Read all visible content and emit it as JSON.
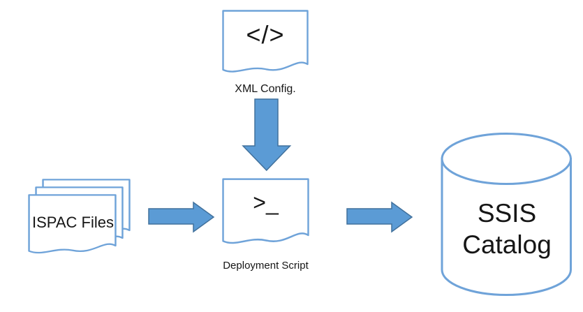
{
  "colors": {
    "background": "#ffffff",
    "shape_outline": "#6fa3d9",
    "arrow_fill": "#5b9bd5",
    "arrow_stroke": "#41719c",
    "text": "#161616"
  },
  "nodes": {
    "xml_config": {
      "icon_glyph": "</>",
      "label": "XML Config."
    },
    "ispac_files": {
      "label": "ISPAC Files"
    },
    "deployment_script": {
      "icon_glyph": ">_",
      "label": "Deployment Script"
    },
    "ssis_catalog": {
      "label": "SSIS Catalog"
    }
  },
  "edges": [
    {
      "from": "xml_config",
      "to": "deployment_script",
      "direction": "down"
    },
    {
      "from": "ispac_files",
      "to": "deployment_script",
      "direction": "right"
    },
    {
      "from": "deployment_script",
      "to": "ssis_catalog",
      "direction": "right"
    }
  ]
}
